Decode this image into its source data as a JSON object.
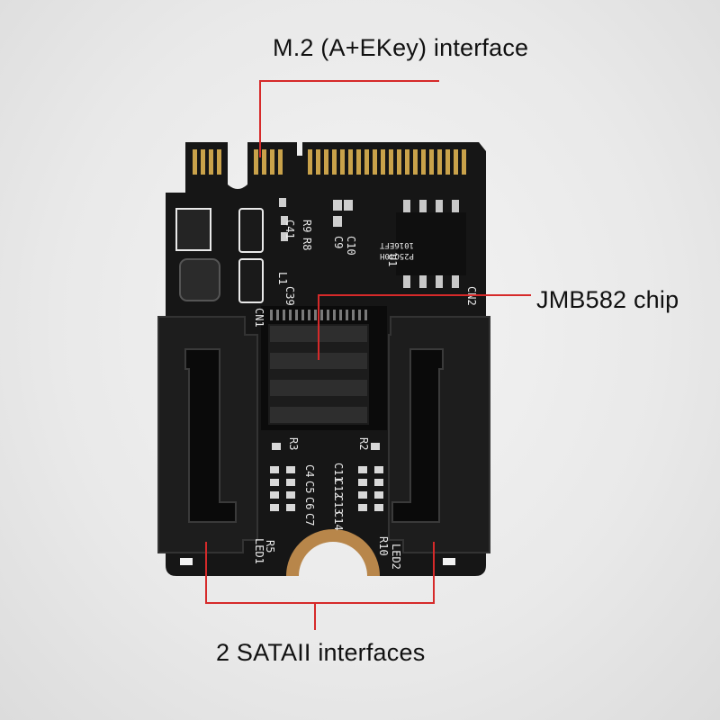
{
  "callouts": {
    "m2_interface": "M.2 (A+EKey) interface",
    "chip": "JMB582 chip",
    "sata_ports": "2 SATAII interfaces"
  },
  "board_silkscreen": {
    "R9": "R9",
    "R8": "R8",
    "C41": "C41",
    "C10": "C10",
    "C9": "C9",
    "U1": "U1",
    "L1": "L1",
    "CN1": "CN1",
    "CN2": "CN2",
    "C39": "C39",
    "R3": "R3",
    "R2": "R2",
    "R5": "R5",
    "R10": "R10",
    "LED1": "LED1",
    "LED2": "LED2",
    "C4": "C4",
    "C5": "C5",
    "C6": "C6",
    "C7": "C7",
    "C11": "C11",
    "C12": "C12",
    "C13": "C13",
    "C14": "C14",
    "flash_chip_line1": "P25Q40H",
    "flash_chip_line2": "1016EFT"
  },
  "colors": {
    "callout_line": "#d62a2a",
    "pcb": "#151515",
    "gold": "#c9a24a"
  }
}
